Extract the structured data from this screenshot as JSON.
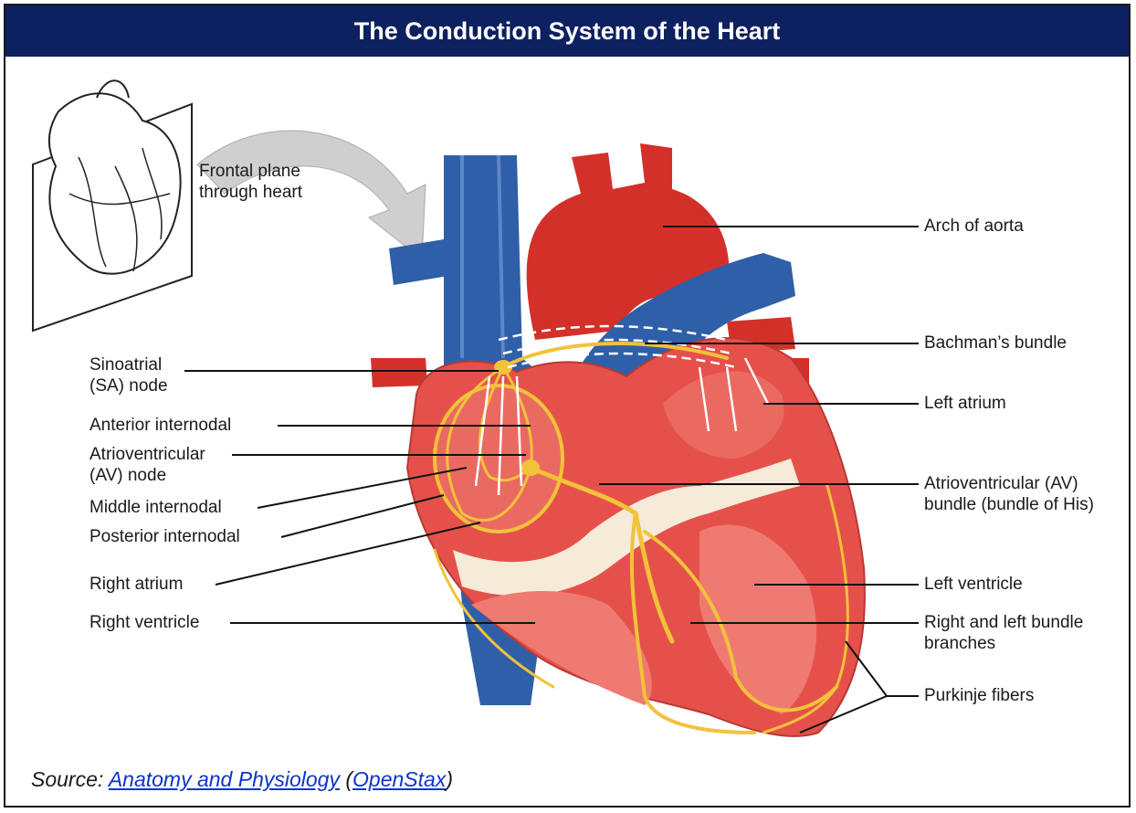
{
  "title": "The Conduction System of the Heart",
  "inset_label": "Frontal plane\nthrough heart",
  "labels_left": {
    "sa_node": "Sinoatrial\n(SA) node",
    "anterior_internodal": "Anterior internodal",
    "av_node": "Atrioventricular\n(AV) node",
    "middle_internodal": "Middle internodal",
    "posterior_internodal": "Posterior internodal",
    "right_atrium": "Right atrium",
    "right_ventricle": "Right ventricle"
  },
  "labels_right": {
    "arch_of_aorta": "Arch of aorta",
    "bachmans_bundle": "Bachman’s bundle",
    "left_atrium": "Left atrium",
    "av_bundle": "Atrioventricular (AV)\nbundle (bundle of His)",
    "left_ventricle": "Left ventricle",
    "bundle_branches": "Right and left bundle\nbranches",
    "purkinje_fibers": "Purkinje fibers"
  },
  "source": {
    "prefix": "Source: ",
    "link1": "Anatomy and Physiology",
    "open_paren": " (",
    "link2": "OpenStax",
    "close_paren": ")"
  },
  "colors": {
    "title_bg": "#0d2160",
    "myocardium": "#e5514a",
    "vessel_red": "#d4302a",
    "vessel_blue": "#2f5fa8",
    "conduction": "#f2c23a",
    "valve": "#f6ead8"
  }
}
